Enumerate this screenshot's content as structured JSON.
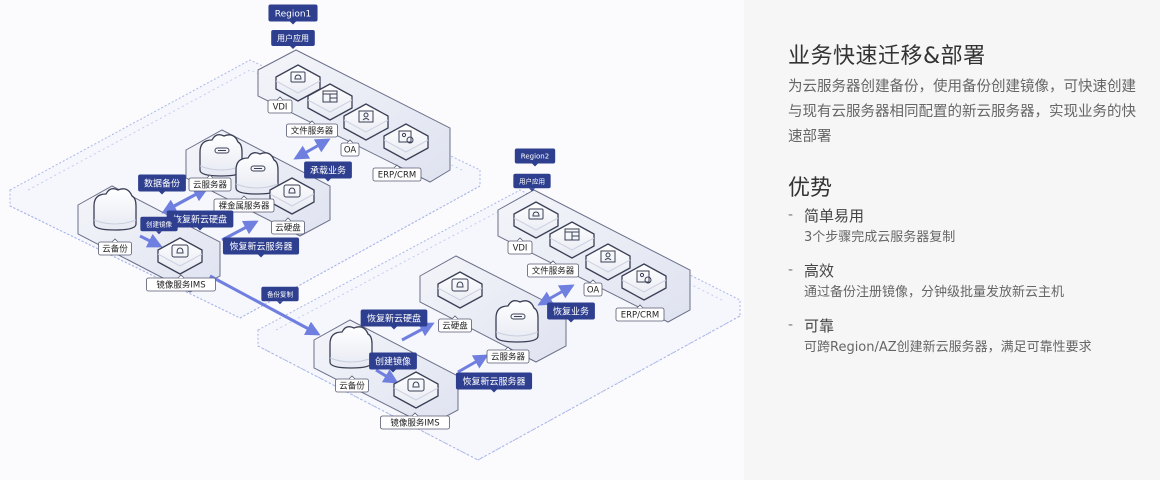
{
  "panel": {
    "title": "业务快速迁移&部署",
    "description": "为云服务器创建备份，使用备份创建镜像，可快速创建与现有云服务器相同配置的新云服务器，实现业务的快速部署",
    "advantages_title": "优势",
    "advantages": [
      {
        "title": "简单易用",
        "desc": "3个步骤完成云服务器复制"
      },
      {
        "title": "高效",
        "desc": "通过备份注册镜像，分钟级批量发放新云主机"
      },
      {
        "title": "可靠",
        "desc": "可跨Region/AZ创建新云服务器，满足可靠性要求"
      }
    ]
  },
  "colors": {
    "badge": "#2f3f8f",
    "arrow": "#6f7fe0",
    "outline": "#3a3f55",
    "dotted": "#a9b6ea",
    "tray": "#dfe3f0"
  },
  "diagram": {
    "region1": {
      "region_badge": "Region1",
      "app_badge": "用户应用",
      "apps": [
        {
          "label": "VDI",
          "icon": "vdi-icon"
        },
        {
          "label": "文件服务器",
          "icon": "file-server-icon"
        },
        {
          "label": "OA",
          "icon": "oa-icon"
        },
        {
          "label": "ERP/CRM",
          "icon": "erp-crm-icon"
        }
      ],
      "infra": [
        {
          "label": "云服务器",
          "icon": "cloud-server-icon"
        },
        {
          "label": "裸金属服务器",
          "icon": "bare-metal-server-icon"
        },
        {
          "label": "云硬盘",
          "icon": "cloud-disk-icon"
        }
      ],
      "backup": [
        {
          "label": "云备份",
          "icon": "cloud-backup-icon"
        },
        {
          "label": "镜像服务IMS",
          "icon": "image-service-icon"
        }
      ],
      "flows": {
        "carry": "承载业务",
        "data_backup": "数据备份",
        "restore_disk": "恢复新云硬盘",
        "create_image": "创建镜像",
        "restore_server": "恢复新云服务器"
      }
    },
    "cross_region": "备份复制",
    "region2": {
      "region_badge": "Region2",
      "app_badge": "用户应用",
      "apps": [
        {
          "label": "VDI",
          "icon": "vdi-icon"
        },
        {
          "label": "文件服务器",
          "icon": "file-server-icon"
        },
        {
          "label": "OA",
          "icon": "oa-icon"
        },
        {
          "label": "ERP/CRM",
          "icon": "erp-crm-icon"
        }
      ],
      "infra": [
        {
          "label": "云硬盘",
          "icon": "cloud-disk-icon"
        },
        {
          "label": "云服务器",
          "icon": "cloud-server-icon"
        }
      ],
      "backup": [
        {
          "label": "云备份",
          "icon": "cloud-backup-icon"
        },
        {
          "label": "镜像服务IMS",
          "icon": "image-service-icon"
        }
      ],
      "flows": {
        "restore_business": "恢复业务",
        "restore_disk": "恢复新云硬盘",
        "create_image": "创建镜像",
        "restore_server": "恢复新云服务器"
      }
    }
  }
}
